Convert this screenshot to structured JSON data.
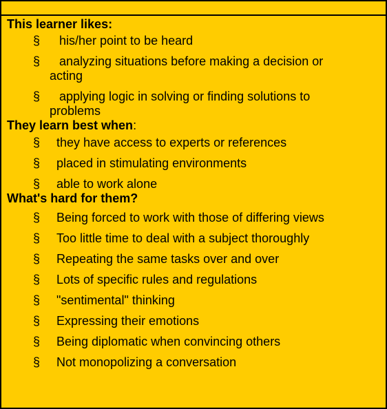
{
  "colors": {
    "background": "#ffcc00",
    "border": "#000000",
    "text": "#000000"
  },
  "bullet_glyph": "§",
  "sections": [
    {
      "heading": "This learner likes:",
      "heading_suffix": "",
      "items": [
        {
          "line1": "his/her point to be heard",
          "line2": ""
        },
        {
          "line1": "analyzing situations before making a decision or",
          "line2": "acting"
        },
        {
          "line1": "applying logic in solving or finding solutions to",
          "line2": "problems"
        }
      ]
    },
    {
      "heading": "They learn best when",
      "heading_suffix": ":",
      "items": [
        "they have access to experts or references",
        "placed in stimulating environments",
        "able to work alone"
      ]
    },
    {
      "heading": "What's hard for them?",
      "heading_suffix": "",
      "items": [
        "Being forced to work with those of differing views",
        "Too little time to deal with a subject thoroughly",
        "Repeating the same tasks over and over",
        "Lots of specific rules and regulations",
        "\"sentimental\" thinking",
        "Expressing their emotions",
        "Being diplomatic when convincing others",
        "Not monopolizing a conversation"
      ]
    }
  ]
}
